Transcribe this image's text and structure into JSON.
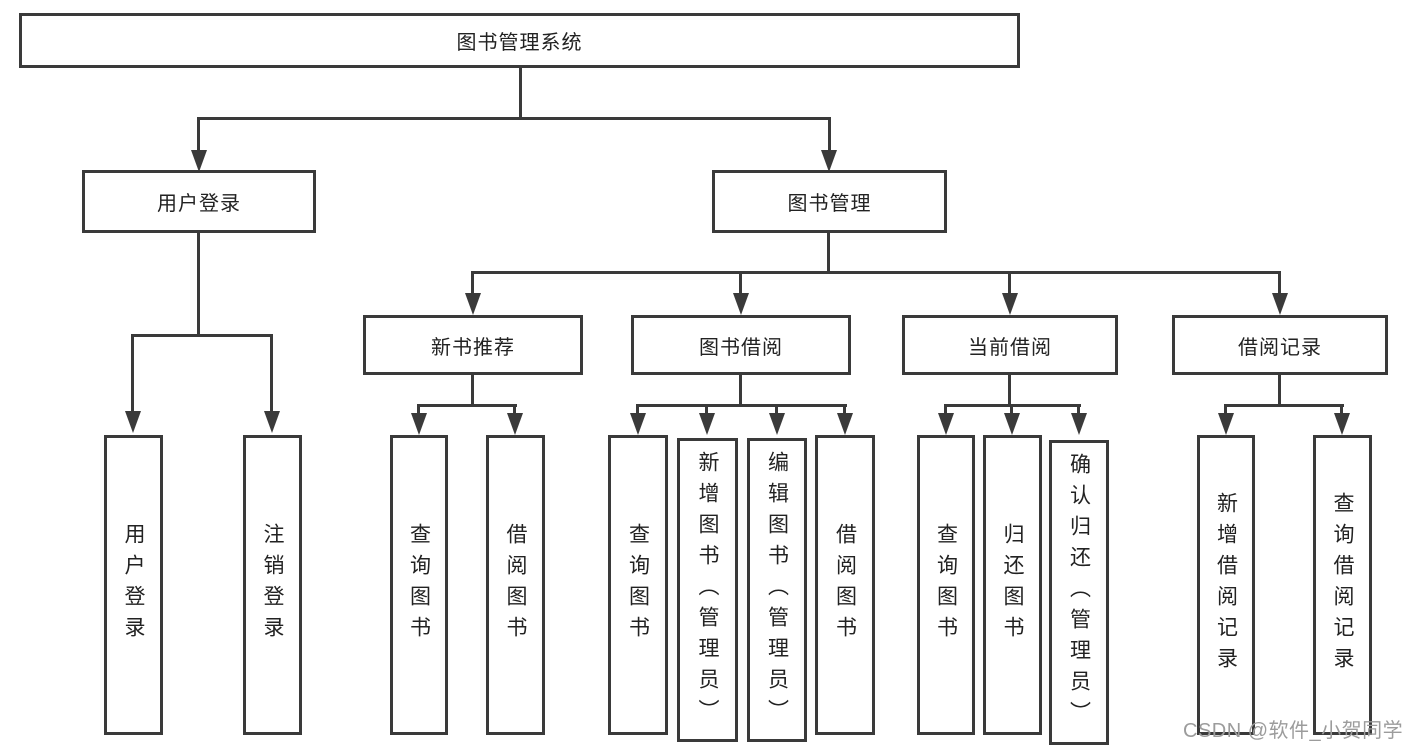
{
  "diagram": {
    "type": "tree-diagram",
    "root": {
      "label": "图书管理系统",
      "children": [
        {
          "label": "用户登录",
          "children": [
            {
              "label": "用户登录"
            },
            {
              "label": "注销登录"
            }
          ]
        },
        {
          "label": "图书管理",
          "children": [
            {
              "label": "新书推荐",
              "children": [
                {
                  "label": "查询图书"
                },
                {
                  "label": "借阅图书"
                }
              ]
            },
            {
              "label": "图书借阅",
              "children": [
                {
                  "label": "查询图书"
                },
                {
                  "label": "新增图书（管理员）"
                },
                {
                  "label": "编辑图书（管理员）"
                },
                {
                  "label": "借阅图书"
                }
              ]
            },
            {
              "label": "当前借阅",
              "children": [
                {
                  "label": "查询图书"
                },
                {
                  "label": "归还图书"
                },
                {
                  "label": "确认归还（管理员）"
                }
              ]
            },
            {
              "label": "借阅记录",
              "children": [
                {
                  "label": "新增借阅记录"
                },
                {
                  "label": "查询借阅记录"
                }
              ]
            }
          ]
        }
      ]
    }
  },
  "watermark": {
    "text": "CSDN @软件_小贺同学",
    "color": "#9c9c9c"
  },
  "colors": {
    "line": "#3a3a3a",
    "background": "#ffffff"
  }
}
